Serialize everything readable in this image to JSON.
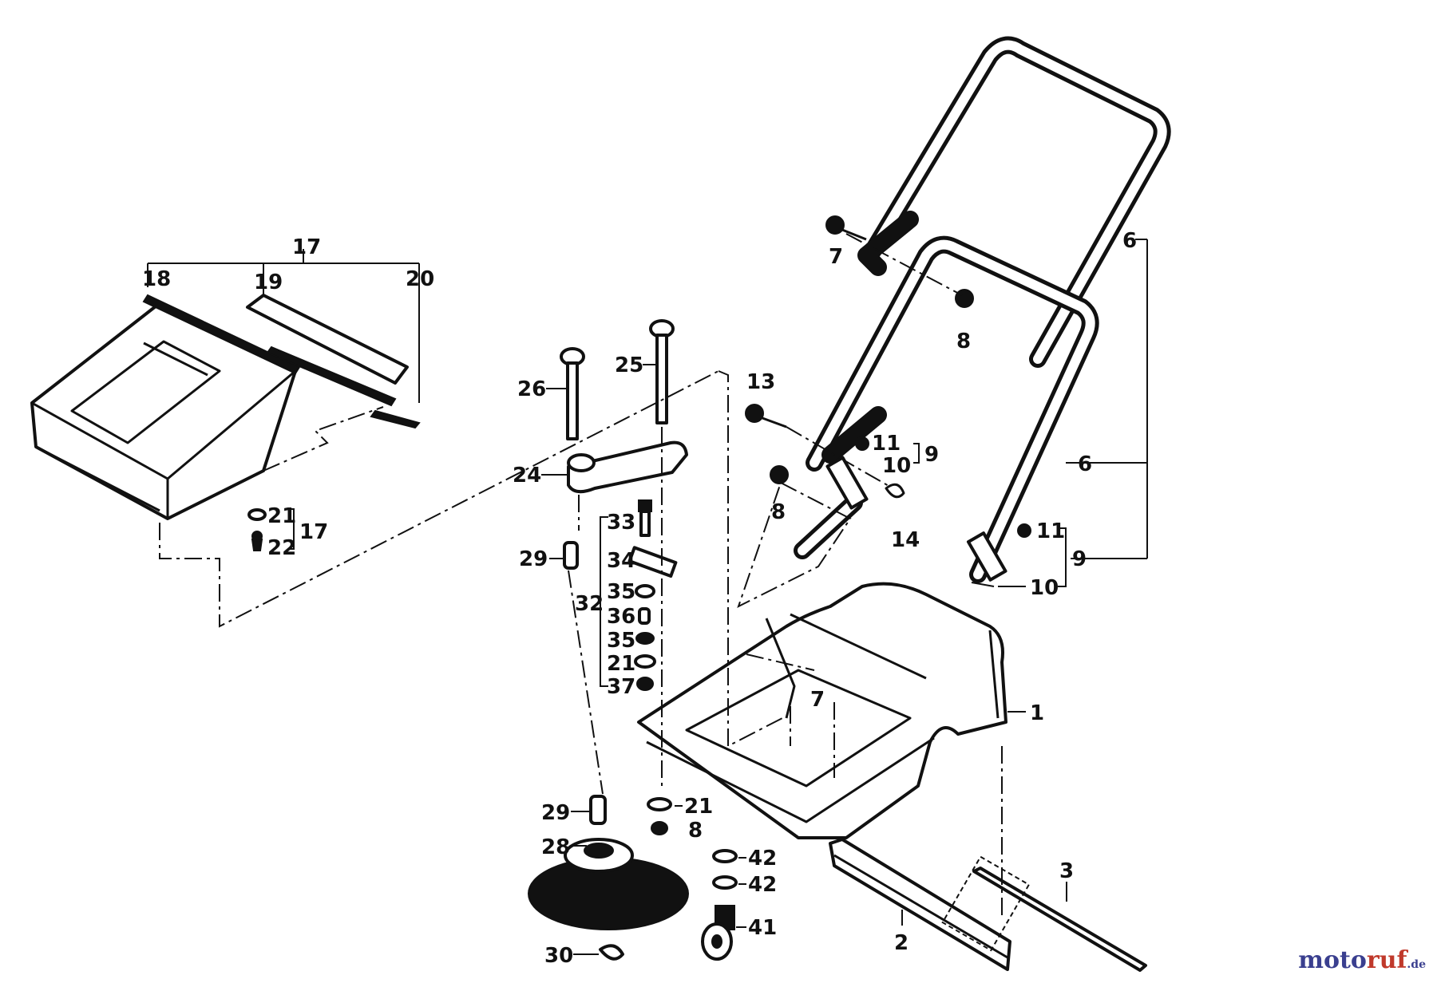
{
  "labels": {
    "l17a": "17",
    "l18": "18",
    "l19": "19",
    "l20": "20",
    "l21a": "21",
    "l22": "22",
    "l17b": "17",
    "l26": "26",
    "l25": "25",
    "l24": "24",
    "l33": "33",
    "l34": "34",
    "l35a": "35",
    "l36": "36",
    "l35b": "35",
    "l21b": "21",
    "l37": "37",
    "l32": "32",
    "l29a": "29",
    "l29b": "29",
    "l28": "28",
    "l30": "30",
    "l21c": "21",
    "l8c": "8",
    "l42a": "42",
    "l42b": "42",
    "l41": "41",
    "l13": "13",
    "l7a": "7",
    "l8a": "8",
    "l11a": "11",
    "l10a": "10",
    "l9a": "9",
    "l8b": "8",
    "l14": "14",
    "l6a": "6",
    "l6b": "6",
    "l11b": "11",
    "l9b": "9",
    "l10b": "10",
    "l7b": "7",
    "l1": "1",
    "l2": "2",
    "l3": "3"
  },
  "logo": {
    "main": "moto",
    "accent": "ruf",
    "suffix": ".de"
  }
}
